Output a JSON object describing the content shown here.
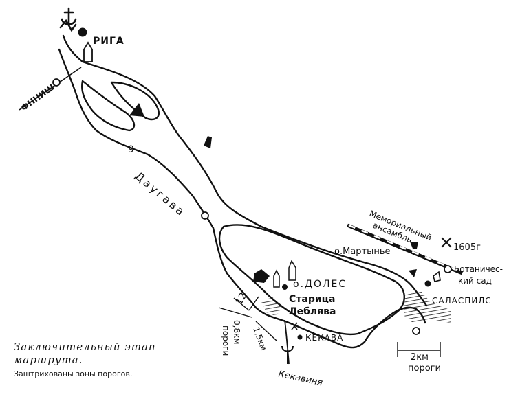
{
  "map": {
    "river_name": "Даугава",
    "river_number": "9",
    "places": {
      "riga": "РИГА",
      "fnniish": "ФННИШ",
      "memorial_line1": "Мемориальный",
      "memorial_line2": "ансамбль",
      "battle_year": "1605г",
      "martynie": "о.Мартынье",
      "botanical_line1": "Ботаничес-",
      "botanical_line2": "кий сад",
      "salaspils": "САЛАСПИЛС",
      "doles": "о.ДОЛЕС",
      "staritsa": "Старица",
      "leblyava": "Леблява",
      "kekava": "КЕКАВА",
      "kekavinya": "Кекавиня"
    },
    "markers": {
      "stage_number": "12",
      "rapids_1_distance": "0,8км",
      "rapids_1_label": "пороги",
      "rapids_2_distance": "1,5км",
      "rapids_3_distance": "2км",
      "rapids_3_label": "пороги"
    }
  },
  "caption": {
    "title": "Заключительный этап маршрута.",
    "note": "Заштрихованы зоны порогов."
  }
}
